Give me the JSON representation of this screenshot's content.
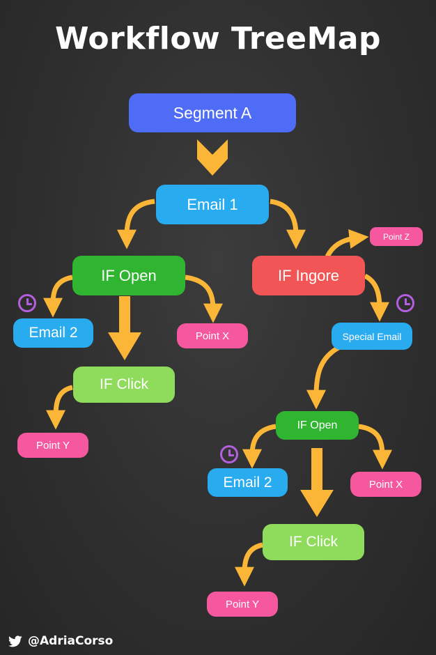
{
  "title": "Workflow TreeMap",
  "colors": {
    "background": "#2f2f2f",
    "arrow": "#fbb638",
    "segment": "#4f6cf7",
    "email": "#29abf0",
    "if_open": "#2fb52f",
    "if_click": "#8fdc5c",
    "if_ignore": "#f25555",
    "point": "#f5589e",
    "clock": "#b35fe0"
  },
  "nodes": {
    "segment_a": "Segment A",
    "email_1": "Email 1",
    "if_open_left": "IF Open",
    "if_ingore": "IF Ingore",
    "email_2_left": "Email 2",
    "point_x_left": "Point X",
    "if_click_left": "IF Click",
    "point_y_left": "Point Y",
    "point_z": "Point Z",
    "special_email": "Special Email",
    "if_open_right": "IF Open",
    "email_2_right": "Email 2",
    "point_x_right": "Point X",
    "if_click_right": "IF Click",
    "point_y_right": "Point Y"
  },
  "icons": {
    "delay": "clock-icon",
    "brand": "twitter-bird-icon"
  },
  "footer": {
    "handle": "@AdriaCorso"
  }
}
